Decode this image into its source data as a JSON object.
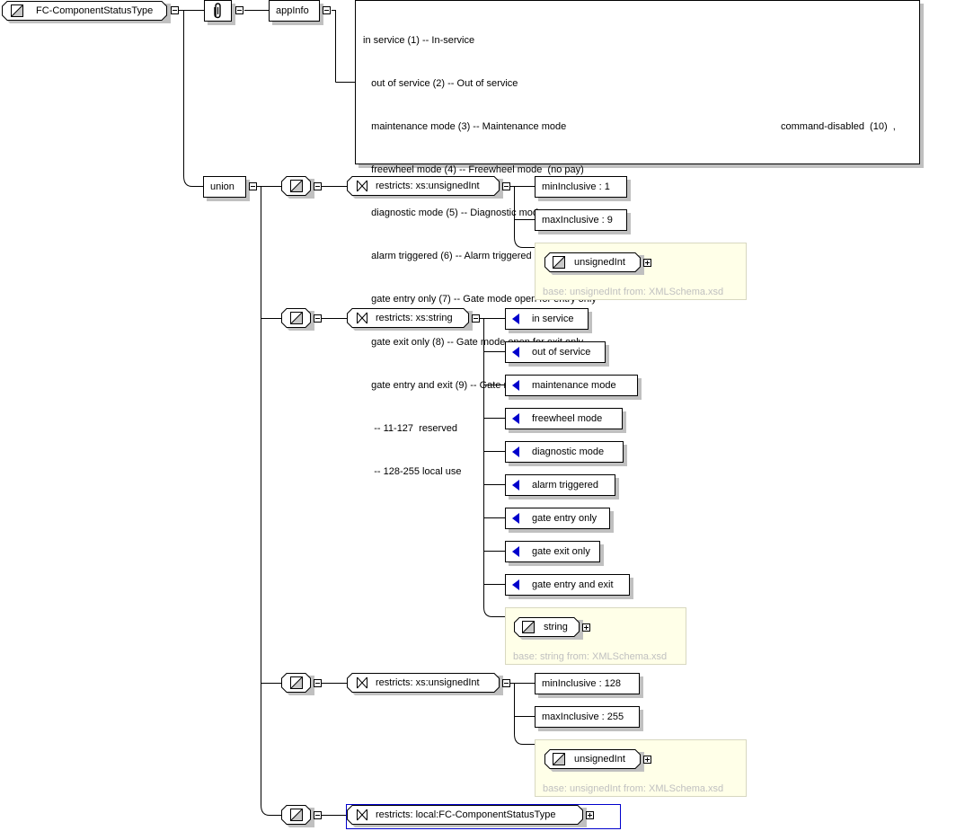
{
  "root": {
    "label": "FC-ComponentStatusType",
    "kind": "simpleType"
  },
  "annotation": {
    "icon": "paperclip-icon"
  },
  "appinfo": {
    "label": "appInfo"
  },
  "documentation": {
    "lines": [
      "in service (1) -- In-service",
      "   out of service (2) -- Out of service",
      "   maintenance mode (3) -- Maintenance mode",
      "   freewheel mode (4) -- Freewheel mode  (no pay)",
      "   diagnostic mode (5) -- Diagnostic mode",
      "   alarm triggered (6) -- Alarm triggered",
      "   gate entry only (7) -- Gate mode open for entry only",
      "   gate exit only (8) -- Gate mode open for exit only",
      "   gate entry and exit (9) -- Gate mode open for entry/exit",
      "    -- 11-127  reserved",
      "    -- 128-255 local use"
    ],
    "extra": "command-disabled  (10)  ,"
  },
  "union": {
    "label": "union"
  },
  "members": [
    {
      "restriction": "restricts: xs:unsignedInt",
      "facets": [
        "minInclusive : 1",
        "maxInclusive : 9"
      ],
      "base": {
        "label": "unsignedInt",
        "note": "base: unsignedInt from: XMLSchema.xsd"
      }
    },
    {
      "restriction": "restricts: xs:string",
      "enumerations": [
        "in service",
        "out of service",
        "maintenance mode",
        "freewheel mode",
        "diagnostic mode",
        "alarm triggered",
        "gate entry only",
        "gate exit only",
        "gate entry and exit"
      ],
      "base": {
        "label": "string",
        "note": "base: string from: XMLSchema.xsd"
      }
    },
    {
      "restriction": "restricts: xs:unsignedInt",
      "facets": [
        "minInclusive : 128",
        "maxInclusive : 255"
      ],
      "base": {
        "label": "unsignedInt",
        "note": "base: unsignedInt from: XMLSchema.xsd"
      }
    },
    {
      "restriction": "restricts: local:FC-ComponentStatusType",
      "selected": true
    }
  ],
  "colors": {
    "enum_arrow": "#0000cc",
    "selection": "#0000cc",
    "base_bg": "#ffffe8",
    "base_text": "#c0c0c0",
    "shadow": "#c0c0c0"
  }
}
